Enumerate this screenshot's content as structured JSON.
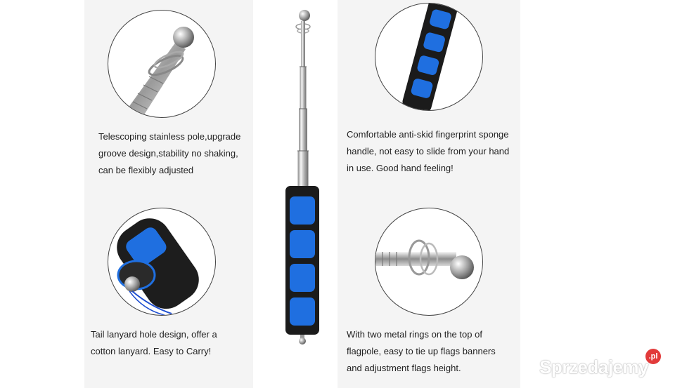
{
  "features": [
    {
      "id": "telescoping",
      "icon": "pole-tip-icon",
      "lines": [
        "Telescoping stainless pole,upgrade",
        "groove design,stability no shaking,",
        "can be flexibly adjusted"
      ]
    },
    {
      "id": "handle",
      "icon": "sponge-handle-icon",
      "lines": [
        "Comfortable anti-skid fingerprint sponge",
        "handle, not easy to slide from your hand",
        "in use. Good hand feeling!"
      ]
    },
    {
      "id": "lanyard",
      "icon": "lanyard-hole-icon",
      "lines": [
        "Tail lanyard hole design, offer a",
        "cotton lanyard. Easy to Carry!"
      ]
    },
    {
      "id": "rings",
      "icon": "metal-rings-icon",
      "lines": [
        "With two metal rings on the top of",
        "flagpole, easy to tie up flags banners",
        "and adjustment flags height."
      ]
    }
  ],
  "watermark": {
    "text": "Sprzedajemy",
    "badge": ".pl"
  },
  "colors": {
    "foam_blue": "#1f6fe0",
    "foam_black": "#1b1b1b",
    "steel": "#c9c9c9"
  }
}
